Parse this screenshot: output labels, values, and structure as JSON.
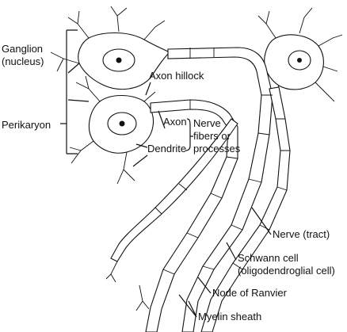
{
  "labels": {
    "ganglion_line1": "Ganglion",
    "ganglion_line2": "(nucleus)",
    "axon_hillock": "Axon hillock",
    "perikaryon": "Perikaryon",
    "axon": "Axon",
    "nerve_fibers_line1": "Nerve",
    "nerve_fibers_line2": "fibers or",
    "nerve_fibers_line3": "processes",
    "dendrite": "Dendrite",
    "nerve_tract": "Nerve (tract)",
    "schwann_line1": "Schwann cell",
    "schwann_line2": "(oligodendroglial cell)",
    "node_of_ranvier": "Node of Ranvier",
    "myelin_sheath": "Myelin sheath"
  }
}
